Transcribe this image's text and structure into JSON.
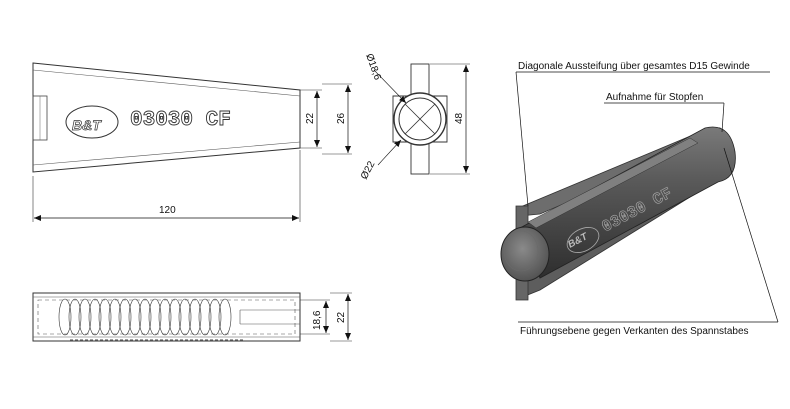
{
  "side_view": {
    "logo": "B&T",
    "part_number": "03030 CF",
    "dims": {
      "length": "120",
      "inner_height": "22",
      "outer_height": "26"
    }
  },
  "end_view": {
    "dims": {
      "inner_diameter": "Ø18,6",
      "outer_diameter": "Ø22",
      "overall_height": "48"
    }
  },
  "bottom_view": {
    "dims": {
      "inner_height": "18,6",
      "outer_height": "22"
    }
  },
  "render": {
    "logo": "B&T",
    "part_number": "03030 CF",
    "body_color": "#4f4f4f",
    "labels": {
      "diagonal": "Diagonale Aussteifung über gesamtes D15 Gewinde",
      "stopper": "Aufnahme für Stopfen",
      "guide": "Führungsebene gegen Verkanten des Spannstabes"
    }
  }
}
